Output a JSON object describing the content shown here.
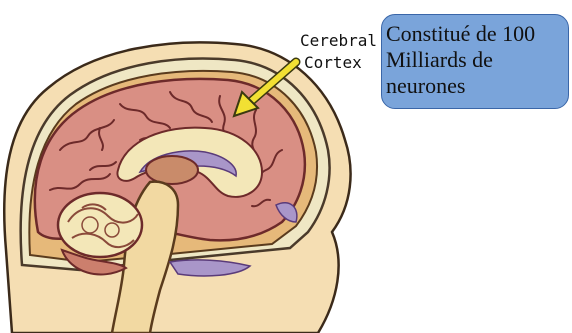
{
  "annotation": {
    "line1": "Cerebral",
    "line2": "Cortex",
    "arrow_color": "#f2e033"
  },
  "callout": {
    "line1": "Constitué de 100",
    "line2": "Milliards de",
    "line3": "neurones",
    "fill": "#7aa4da"
  },
  "colors": {
    "skin": "#f5deb3",
    "skull": "#efe7c4",
    "brain": "#d98f84",
    "brain_outline": "#6d2a2a",
    "ventricle": "#a996c9",
    "stem": "#f2d9a2",
    "cerebellum": "#cc7f6d"
  }
}
